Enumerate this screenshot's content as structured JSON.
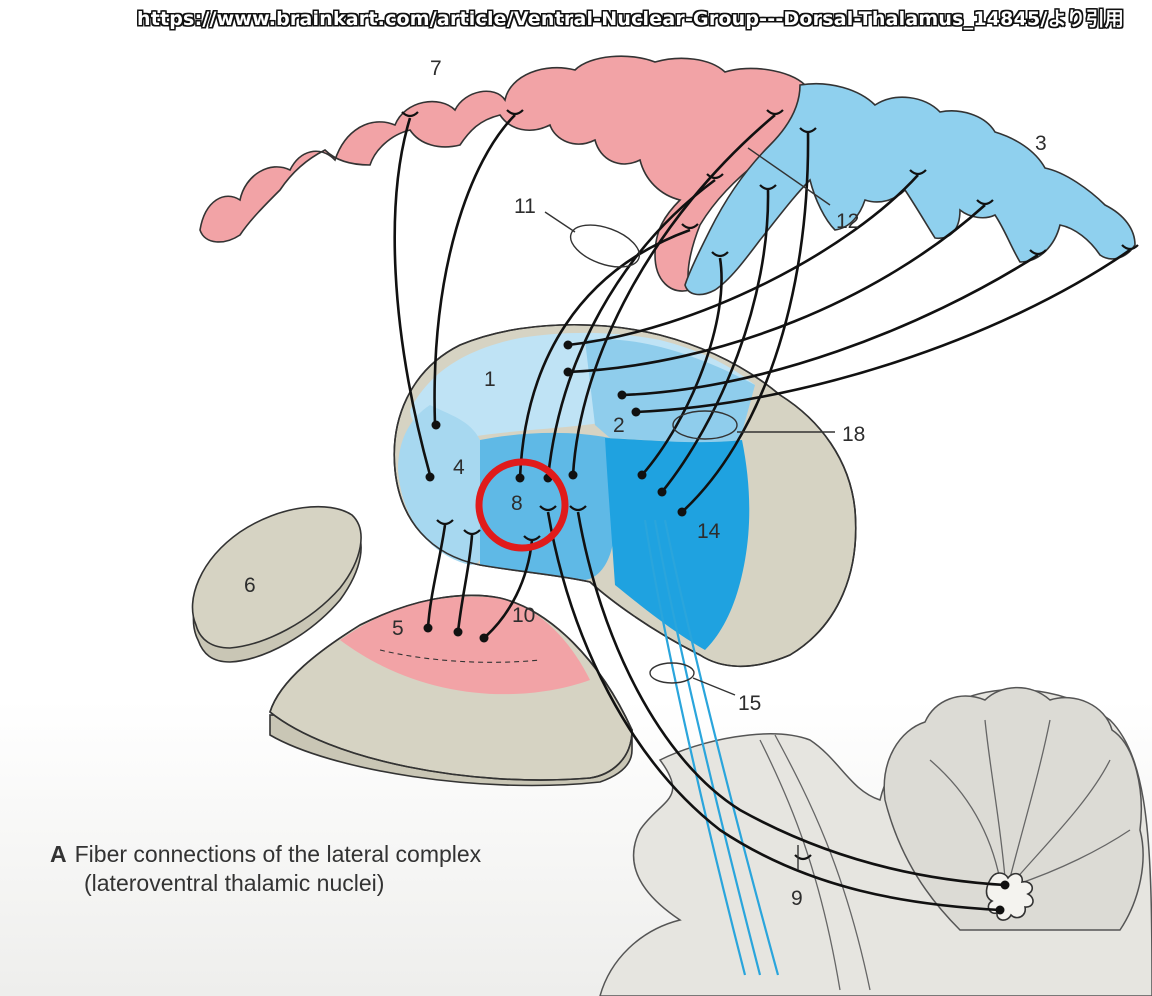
{
  "source_text": "https://www.brainkart.com/article/Ventral-Nuclear-Group---Dorsal-Thalamus_14845/より引用",
  "caption": {
    "letter": "A",
    "line1": "Fiber connections of the lateral complex",
    "line2": "(lateroventral thalamic nuclei)"
  },
  "labels": {
    "l1": "1",
    "l2": "2",
    "l3": "3",
    "l4": "4",
    "l5": "5",
    "l6": "6",
    "l7": "7",
    "l8": "8",
    "l9": "9",
    "l10": "10",
    "l11": "11",
    "l12": "12",
    "l14": "14",
    "l15": "15",
    "l18": "18"
  },
  "colors": {
    "cortex_pink": "#f2a3a6",
    "cortex_blue": "#8fd0ee",
    "thalamus_light": "#bfe3f5",
    "thalamus_mid": "#8fcdec",
    "thalamus_deep": "#1fa2e0",
    "nucleus_gray": "#d6d3c3",
    "fiber_blue": "#2aa5dc",
    "highlight_red": "#e01b1b"
  }
}
